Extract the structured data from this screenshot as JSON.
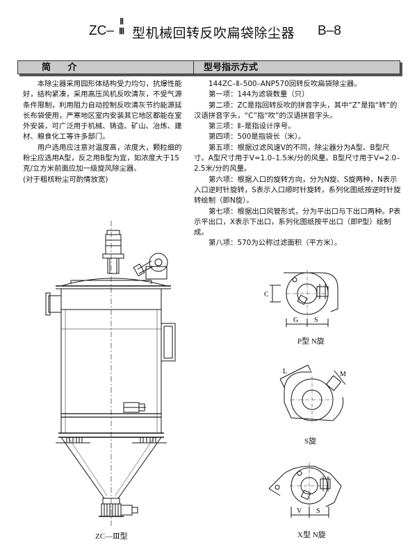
{
  "title": {
    "prefix": "ZC–",
    "roman_top": "Ⅱ",
    "roman_bottom": "Ⅲ",
    "main": "型机械回转反吹扁袋除尘器",
    "code": "B–8"
  },
  "intro": {
    "header": "简 介",
    "paragraphs": [
      "　　本除尘器采用园形体结构受力均匀，抗爆性能好，结构紧凑，采用高压风机反吹清灰，不受气源条件限制，利用阻力自动控制反吹清灰节约能源延长布袋使用，严寒地区室内安装其它地区都能在室外安装，可广泛用于机械、铸造、矿山、冶炼、建材、粮食化工等许多部门。",
      "　　用户选用应注意对温度高，浓度大，颗粒细的粉尘应选用A型，反之用B型为宜，如浓度大于15克/立方米前面应加一级旋风除尘器。",
      "(对于粗核粉尘可酌情放宽)"
    ]
  },
  "spec": {
    "header": "型号指示方式",
    "lines": [
      "144ZC–Ⅱ–500–ANP570回转反吹扁袋除尘器。",
      "第一项：144为滤袋数量（只）",
      "第二项：ZC是指回转反吹的拼音字头，其中“Z”是指“转”的汉语拼音字头，“C”指“吹”的汉语拼音字头。",
      "第三项：Ⅱ–是指设计序号。",
      "第四项：500是指袋长（米）。",
      "第五项：根据过滤风速V的不同，除尘器分为A型、B型尺寸。A型尺寸用于V=1.0–1.5米/分的风量。B型尺寸用于V=2.0–2.5米/分的风量。",
      "第六项：根据入口的旋转方向，分为N旋、S旋两种，N表示入口逆时针旋转，S表示入口顺时针旋转，系列化图纸按逆时针旋转绘制（即N旋）。",
      "第七项：根据出口风管形式，分为平出口与下出口两种。P表示平出口，X表示下出口，系列化图纸按平出口（即P型）绘制成。",
      "第八项：570为公称过滤面积（平方米）。"
    ]
  },
  "figures": {
    "main_caption": "ZC—Ⅲ型",
    "p_caption": "P型  N旋",
    "s_caption": "S旋",
    "x_caption": "X型  N旋",
    "dim_c": "C",
    "dim_g": "G",
    "dim_s": "S",
    "dim_l": "L",
    "dim_m": "M",
    "dim_v": "V"
  }
}
